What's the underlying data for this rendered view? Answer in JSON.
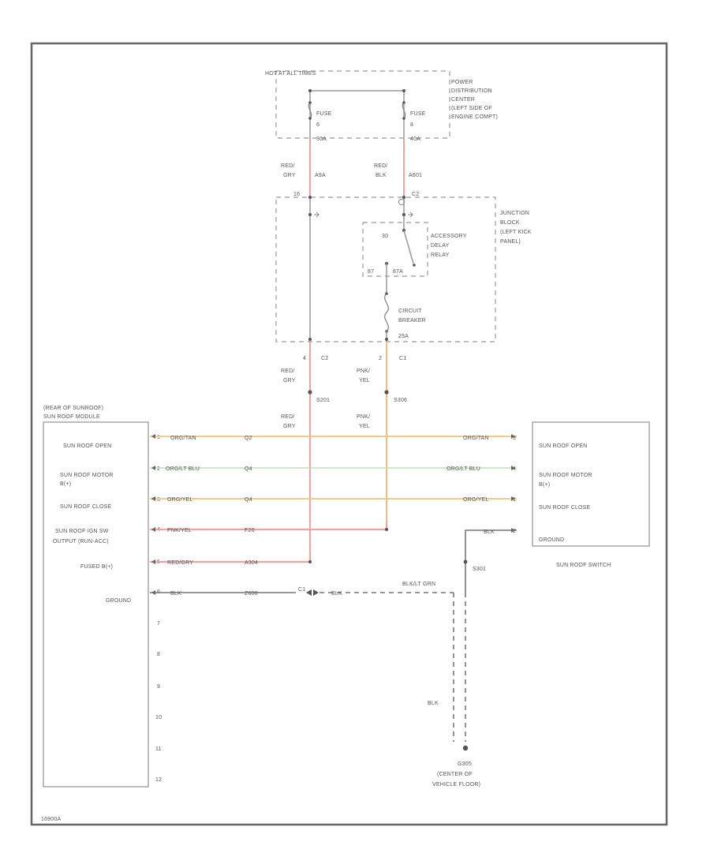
{
  "colors": {
    "frame": "#666666",
    "red_wire": "#f2a0a0",
    "orange_wire": "#f5c98a",
    "green_wire": "#bfe0b8",
    "black_wire": "#777777",
    "gray_wire": "#999999"
  },
  "pdc": {
    "label": "HOT AT ALL TIMES",
    "name": [
      "POWER",
      "DISTRIBUTION",
      "CENTER",
      "(LEFT SIDE OF",
      "ENGINE COMPT)"
    ],
    "fuse_left": {
      "label": "FUSE",
      "number": "6",
      "rating": "30A"
    },
    "fuse_right": {
      "label": "FUSE",
      "number": "8",
      "rating": "40A"
    }
  },
  "wires_top": {
    "left_color": [
      "RED/",
      "GRY"
    ],
    "left_circuit": "A9A",
    "right_color": [
      "RED/",
      "BLK"
    ],
    "right_circuit": "A601"
  },
  "junction_block": {
    "name": [
      "JUNCTION",
      "BLOCK",
      "(LEFT KICK",
      "PANEL)"
    ],
    "conn_left": "16",
    "conn_right": "C2",
    "relay_name": [
      "ACCESSORY",
      "DELAY",
      "RELAY"
    ],
    "relay_pin_top": "30",
    "relay_pin_87": "87",
    "relay_pin_87a": "87A",
    "breaker_name": [
      "CIRCUIT",
      "BREAKER",
      "25A"
    ],
    "out_left_pin": "4",
    "out_left_conn": "C2",
    "out_right_pin": "2",
    "out_right_conn": "C1"
  },
  "wires_mid": {
    "left_color": [
      "RED/",
      "GRY"
    ],
    "left_circuit": "S201",
    "right_color": [
      "PNK/",
      "YEL"
    ],
    "right_circuit": "S306",
    "left_color_lower": [
      "RED/",
      "GRY"
    ],
    "right_color_lower": [
      "PNK/",
      "YEL"
    ]
  },
  "module": {
    "title": [
      "(REAR OF SUNROOF)",
      "SUN ROOF MODULE"
    ],
    "pins": [
      {
        "num": "1",
        "label": [
          "SUN ROOF OPEN"
        ]
      },
      {
        "num": "2",
        "label": [
          "SUN ROOF MOTOR",
          "B(+)"
        ]
      },
      {
        "num": "3",
        "label": [
          "SUN ROOF CLOSE"
        ]
      },
      {
        "num": "4",
        "label": [
          "SUN ROOF IGN SW",
          "OUTPUT (RUN-ACC)"
        ]
      },
      {
        "num": "5",
        "label": [
          "FUSED B(+)"
        ]
      },
      {
        "num": "6",
        "label": [
          "GROUND"
        ]
      },
      {
        "num": "7",
        "label": []
      },
      {
        "num": "8",
        "label": []
      },
      {
        "num": "9",
        "label": []
      },
      {
        "num": "10",
        "label": []
      },
      {
        "num": "11",
        "label": []
      },
      {
        "num": "12",
        "label": []
      }
    ]
  },
  "harness": [
    {
      "color_left": "ORG/TAN",
      "circuit": "Q2",
      "color_right": "ORG/TAN",
      "switch_pin": "3"
    },
    {
      "color_left": "ORG/LT BLU",
      "circuit": "Q4",
      "color_right": "ORG/LT BLU",
      "switch_pin": "4"
    },
    {
      "color_left": "ORG/YEL",
      "circuit": "Q4",
      "color_right": "ORG/YEL",
      "switch_pin": "1"
    },
    {
      "color_left": "PNK/YEL",
      "circuit": "F20"
    },
    {
      "color_left": "RED/GRY",
      "circuit": "A304"
    },
    {
      "color_left": "BLK",
      "circuit": "Z600",
      "connector": "C1",
      "color_right": "BLK"
    }
  ],
  "switch": {
    "name": "SUN ROOF SWITCH",
    "labels": [
      [
        "SUN ROOF OPEN"
      ],
      [
        "SUN ROOF MOTOR",
        "B(+)"
      ],
      [
        "SUN ROOF CLOSE"
      ],
      [
        "GROUND"
      ]
    ],
    "ground_color": "BLK",
    "ground_pin": "2",
    "splice": "S301"
  },
  "ground": {
    "wire_label": "BLK/LT GRN",
    "wire_label_lower": "BLK",
    "ground_id": "G305",
    "location": [
      "(CENTER OF",
      "VEHICLE FLOOR)"
    ]
  },
  "footer": {
    "code": "16900A"
  }
}
